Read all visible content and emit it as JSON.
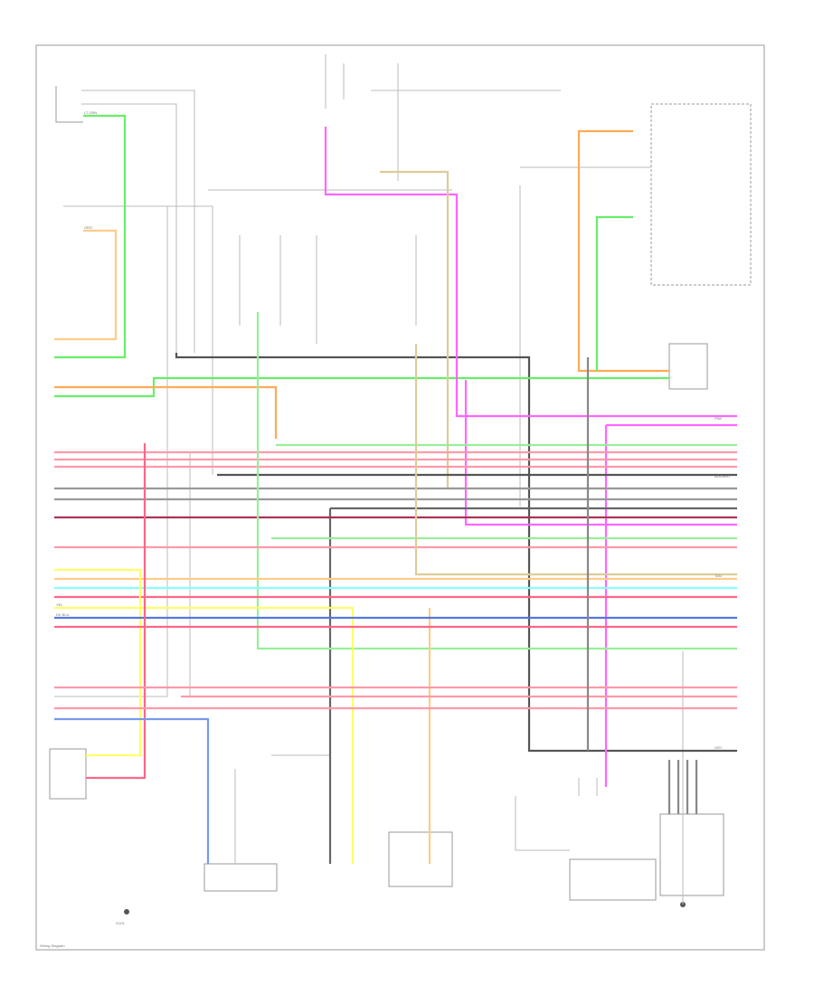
{
  "diagram": {
    "title": "Wiring Diagram",
    "wire_colors": {
      "green": "#66ee66",
      "orange": "#ffbb66",
      "pink": "#ff99aa",
      "red": "#ff6688",
      "magenta": "#ff66ff",
      "tan": "#ddcc99",
      "cyan": "#88ffff",
      "yellow": "#ffff66",
      "blue": "#5577dd",
      "gray": "#888888",
      "dark": "#444444",
      "maroon": "#aa3355",
      "lightgreen": "#99ee99"
    },
    "labels": {
      "wire_a": "LT GRN",
      "wire_b": "ORG",
      "wire_c": "PNK",
      "wire_d": "BLK/WHT",
      "wire_e": "YEL",
      "wire_f": "DK BLU",
      "wire_g": "TAN",
      "wire_h": "GRY",
      "ground": "G101"
    }
  }
}
